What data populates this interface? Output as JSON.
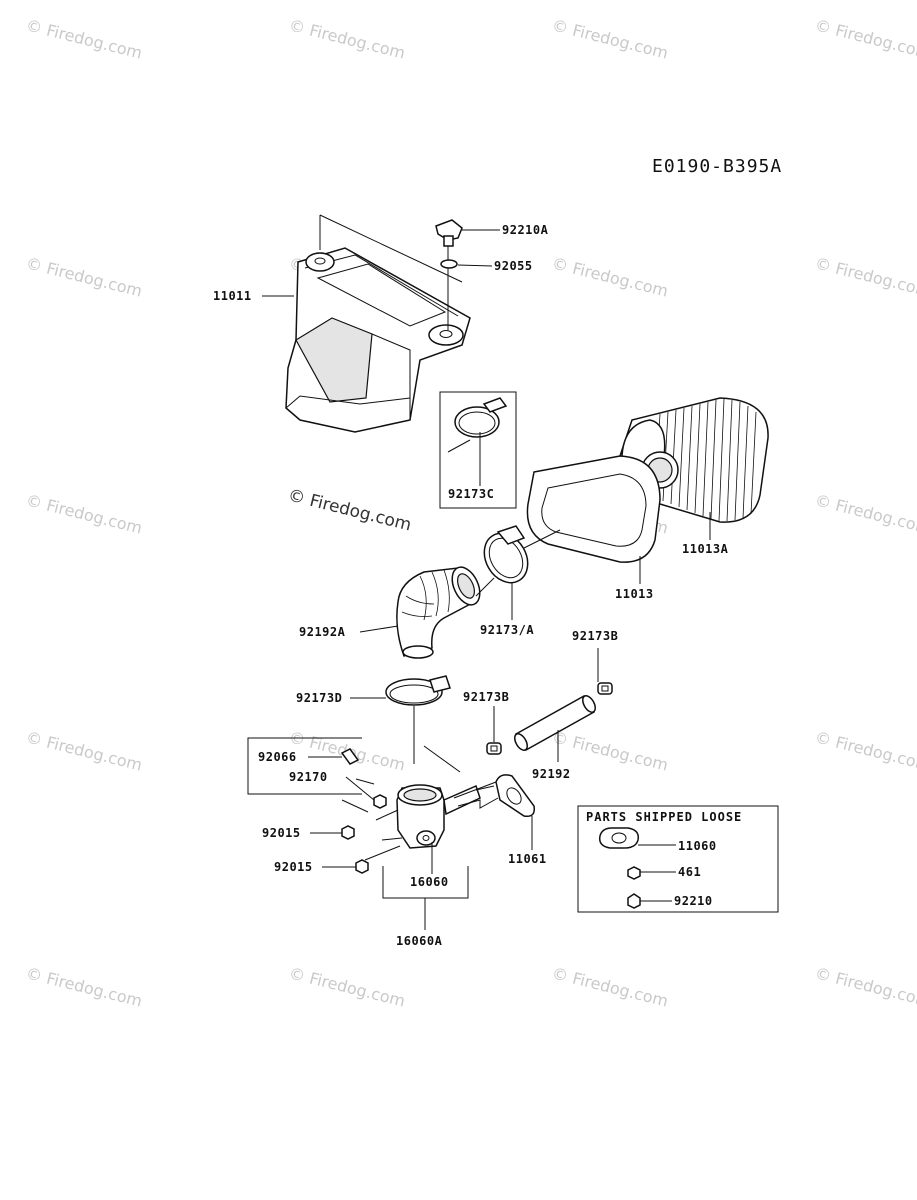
{
  "diagram_code": "E0190-B395A",
  "watermark_text": "© Firedog.com",
  "parts_box_title": "PARTS SHIPPED LOOSE",
  "labels": {
    "p92210A": "92210A",
    "p92055": "92055",
    "p11011": "11011",
    "p92173C": "92173C",
    "p11013A": "11013A",
    "p11013": "11013",
    "p92173A": "92173/A",
    "p92192A": "92192A",
    "p92173B_top": "92173B",
    "p92173D": "92173D",
    "p92173B_mid": "92173B",
    "p92066": "92066",
    "p92170": "92170",
    "p92192": "92192",
    "p92015_a": "92015",
    "p92015_b": "92015",
    "p16060": "16060",
    "p11061": "11061",
    "p16060A": "16060A",
    "p11060": "11060",
    "p461": "461",
    "p92210": "92210"
  }
}
